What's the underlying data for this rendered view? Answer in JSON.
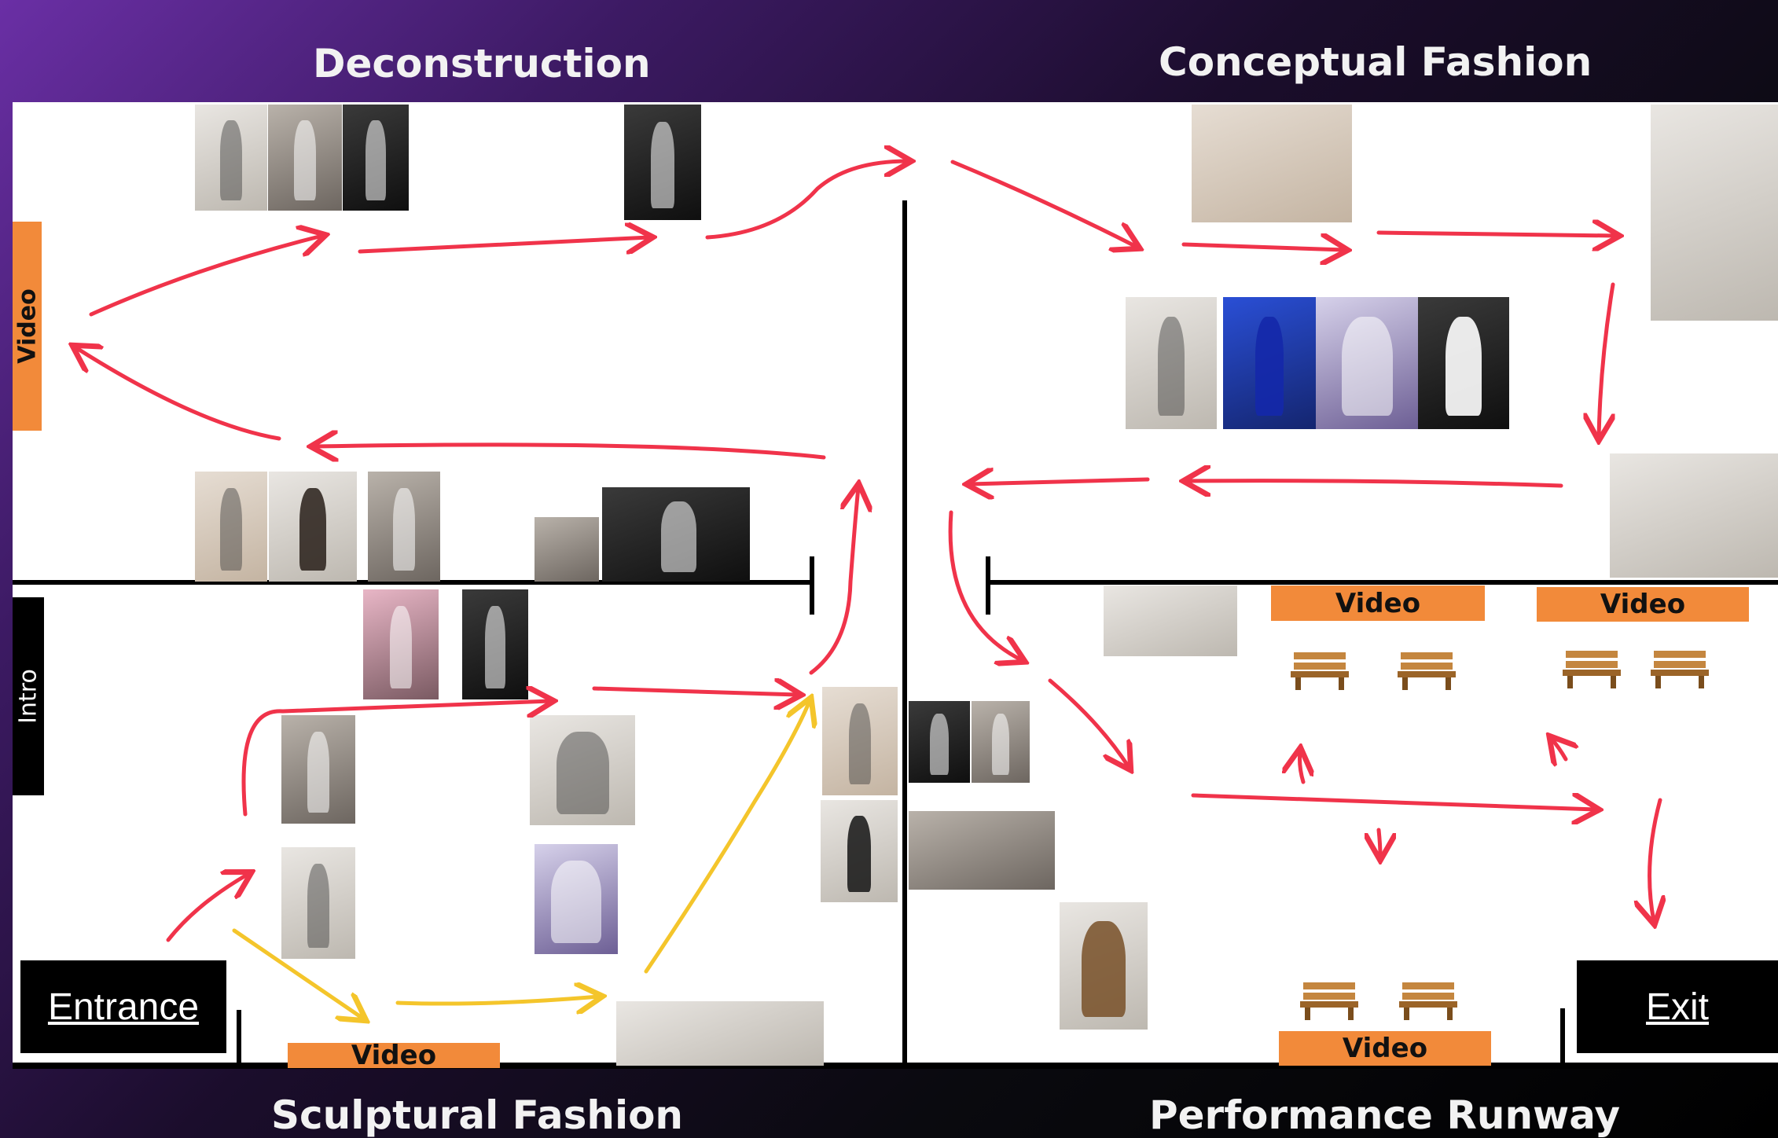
{
  "zones": {
    "deconstruction": "Deconstruction",
    "conceptual_fashion": "Conceptual Fashion",
    "sculptural_fashion": "Sculptural Fashion",
    "performance_runway": "Performance Runway"
  },
  "labels": {
    "video": "Video",
    "intro": "Intro",
    "entrance": "Entrance",
    "exit": "Exit"
  },
  "icons": {
    "bench": "bench-icon",
    "arrow": "arrow-icon"
  },
  "colors": {
    "path_red": "#f0334a",
    "path_yellow": "#f4c52b",
    "video_orange": "#f28a3a",
    "wall_black": "#000000"
  }
}
